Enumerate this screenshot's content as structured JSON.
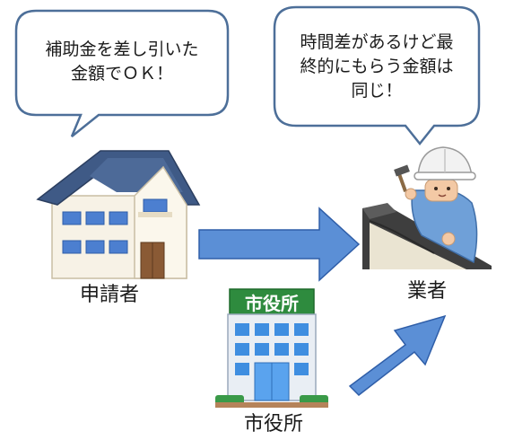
{
  "bubbles": {
    "applicant_speech": "補助金を差し引いた\n金額でＯＫ！",
    "contractor_speech": "時間差があるけど最\n終的にもらう金額は\n同じ！"
  },
  "labels": {
    "applicant": "申請者",
    "contractor": "業者",
    "city_hall": "市役所"
  },
  "signs": {
    "city_hall_sign": "市役所"
  },
  "colors": {
    "arrow_fill": "#5b8fd6",
    "arrow_stroke": "#2f5ea8",
    "bubble_stroke": "#4d6f99",
    "roof": "#3f5a86",
    "helmet": "#f2f2f2",
    "uniform": "#6fa0d8",
    "building_blue": "#3f8ee0",
    "sign_green": "#2e8b3e"
  },
  "icons": [
    "house-icon",
    "worker-icon",
    "city-hall-icon",
    "arrow-right-icon",
    "arrow-diagonal-icon"
  ]
}
